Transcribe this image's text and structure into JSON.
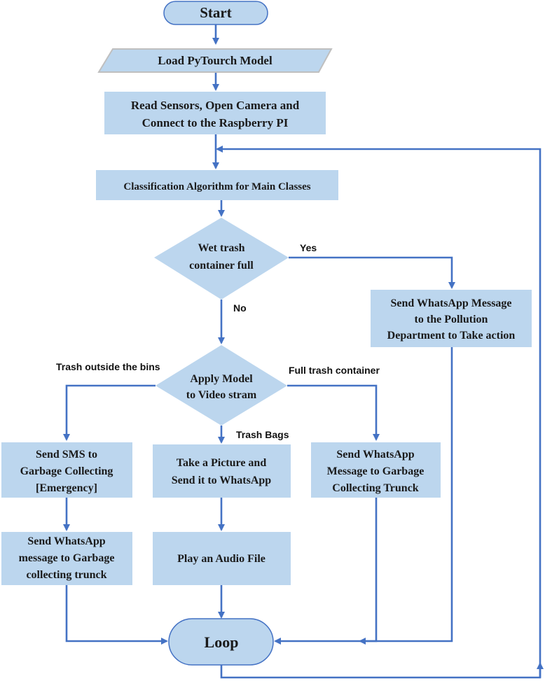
{
  "nodes": {
    "start": "Start",
    "load_model": "Load PyTourch Model",
    "read_sensors": [
      "Read Sensors, Open Camera and",
      "Connect to the Raspberry PI"
    ],
    "classification": "Classification Algorithm for Main Classes",
    "wet_trash_decision": [
      "Wet trash",
      "container full"
    ],
    "whatsapp_pollution": [
      "Send WhatsApp Message",
      "to the Pollution",
      "Department to Take action"
    ],
    "apply_model_decision": [
      "Apply Model",
      "to Video stram"
    ],
    "send_sms": [
      "Send SMS to",
      "Garbage Collecting",
      "[Emergency]"
    ],
    "take_picture": [
      "Take a Picture and",
      "Send it to WhatsApp"
    ],
    "whatsapp_garbage_truck": [
      "Send WhatsApp",
      "Message to Garbage",
      "Collecting Trunck"
    ],
    "whatsapp_garbage_msg": [
      "Send WhatsApp",
      "message to Garbage",
      "collecting trunck"
    ],
    "play_audio": "Play an Audio File",
    "loop": "Loop"
  },
  "edge_labels": {
    "yes": "Yes",
    "no": "No",
    "trash_outside": "Trash outside the bins",
    "full_container": "Full trash container",
    "trash_bags": "Trash Bags"
  }
}
